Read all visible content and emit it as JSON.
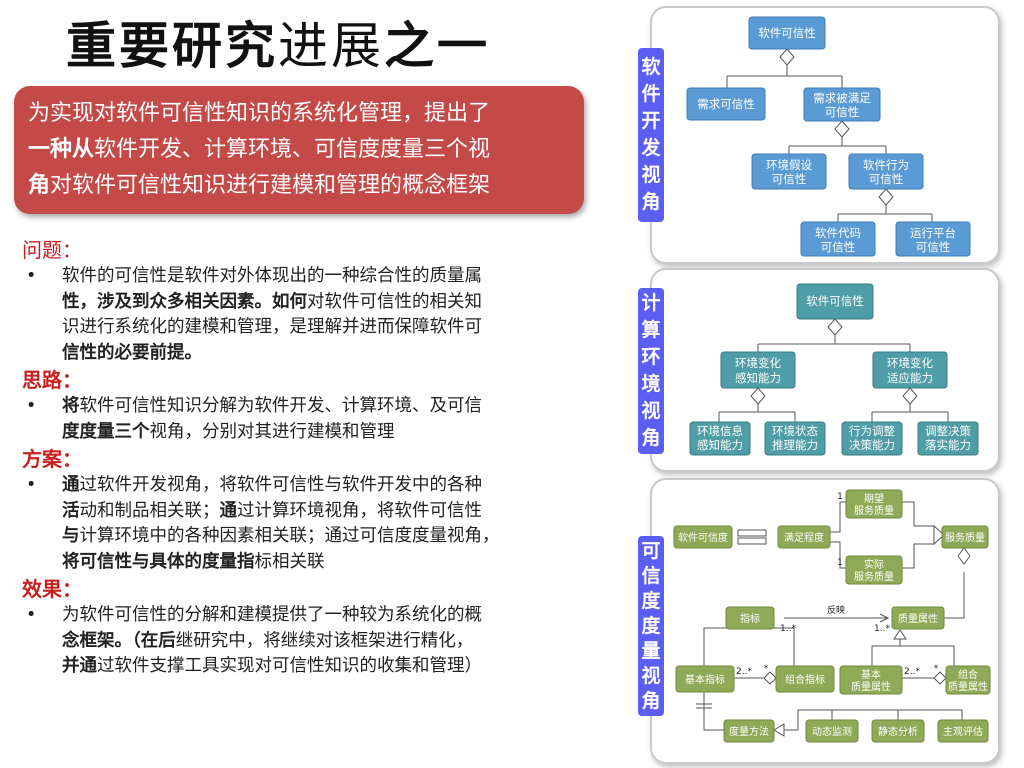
{
  "title": {
    "bold1": "重要研究",
    "light": "进展",
    "bold2": "之一"
  },
  "summary": {
    "l1": "为实现对软件可信性知识的系统化管理，提出了",
    "l2b": "一种从",
    "l2": "软件开发、计算环境、可信度度量三个视",
    "l3b": "角",
    "l3": "对软件可信性知识进行建模和管理的概念框架"
  },
  "sections": {
    "problem": {
      "heading": "问题：",
      "p1": "软件的可信性是软件对外体现出的一种综合性的质量属",
      "p2b1": "性，涉及到众多相关因素。如何",
      "p2": "对软件可信性的相关知",
      "p3": "识进行系统化的建模和管理，是理解并进而保障软件可",
      "p4b": "信性的必要前提。"
    },
    "idea": {
      "heading": "思路：",
      "p1b": "将",
      "p1": "软件可信性知识分解为软件开发、计算环境、及可信",
      "p2b": "度度量三个",
      "p2": "视角，分别对其进行建模和管理"
    },
    "plan": {
      "heading": "方案：",
      "p1b": "通",
      "p1": "过软件开发视角，将软件可信性与软件开发中的各种",
      "p2b1": "活",
      "p2a": "动和制品相关联；",
      "p2b2": "通",
      "p2c": "过计算环境视角，将软件可信性",
      "p3b": "与",
      "p3": "计算环境中的各种因素相关联；通过可信度度量视角，",
      "p4b": "将可信性与具体的度量指",
      "p4": "标相关联"
    },
    "result": {
      "heading": "效果：",
      "p1": "为软件可信性的分解和建模提供了一种较为系统化的概",
      "p2b1": "念框架。（在后",
      "p2": "继研究中，将继续对该框架进行精化，",
      "p3b": "并通",
      "p3": "过软件支撑工具实现对可信性知识的收集和管理）"
    }
  },
  "bullet": "•",
  "panel1": {
    "label": [
      "软",
      "件",
      "开",
      "发",
      "视",
      "角"
    ],
    "nodes": {
      "root": "软件可信性",
      "req": "需求可信性",
      "satisfy": [
        "需求被满足",
        "可信性"
      ],
      "env": [
        "环境假设",
        "可信性"
      ],
      "behav": [
        "软件行为",
        "可信性"
      ],
      "code": [
        "软件代码",
        "可信性"
      ],
      "platform": [
        "运行平台",
        "可信性"
      ]
    },
    "colors": {
      "node": "#5b9bd5"
    }
  },
  "panel2": {
    "label": [
      "计",
      "算",
      "环",
      "境",
      "视",
      "角"
    ],
    "nodes": {
      "root": "软件可信性",
      "sense": [
        "环境变化",
        "感知能力"
      ],
      "adapt": [
        "环境变化",
        "适应能力"
      ],
      "info": [
        "环境信息",
        "感知能力"
      ],
      "state": [
        "环境状态",
        "推理能力"
      ],
      "act": [
        "行为调整",
        "决策能力"
      ],
      "adjust": [
        "调整决策",
        "落实能力"
      ]
    },
    "colors": {
      "node": "#4f9da6"
    }
  },
  "panel3": {
    "label": [
      "可",
      "信",
      "度",
      "度",
      "量",
      "视",
      "角"
    ],
    "nodes": {
      "trust": "软件可信度",
      "satisfaction": "满足程度",
      "expect": [
        "期望",
        "服务质量"
      ],
      "actual": [
        "实际",
        "服务质量"
      ],
      "service": "服务质量",
      "indicator": "指标",
      "quality": "质量属性",
      "basic_ind": "基本指标",
      "combo_ind": "组合指标",
      "basic_q": [
        "基本",
        "质量属性"
      ],
      "combo_q": [
        "组合",
        "质量属性"
      ],
      "method": "度量方法",
      "dynamic": "动态监测",
      "static": "静态分析",
      "subjective": "主观评估"
    },
    "edge_labels": {
      "one_a": "1",
      "one_b": "1",
      "reflect": "反映",
      "m1": "1..*",
      "m2": "1..*",
      "two1": "2..*",
      "star1": "*",
      "two2": "2..*",
      "star2": "*"
    },
    "colors": {
      "node": "#8faa57"
    }
  }
}
